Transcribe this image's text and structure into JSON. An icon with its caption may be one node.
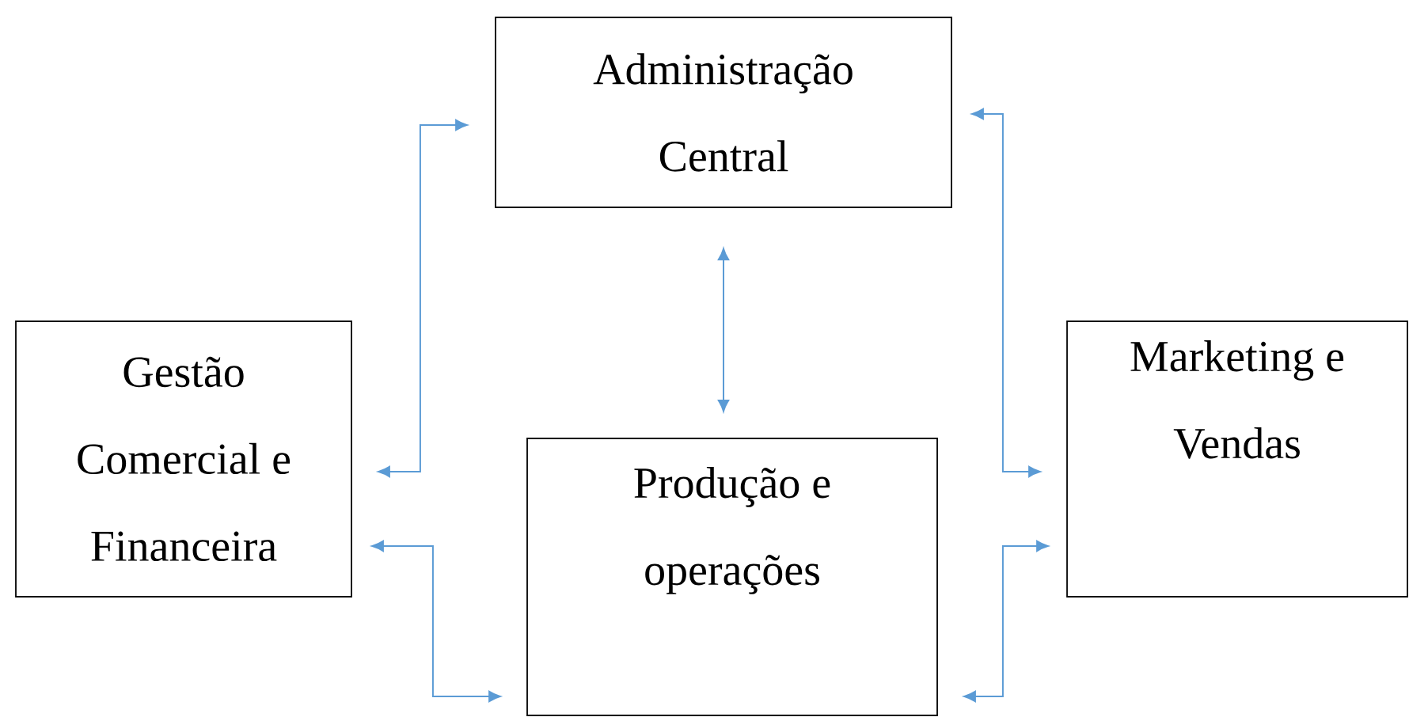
{
  "diagram": {
    "nodes": [
      {
        "text": [
          "Administração Central"
        ]
      },
      {
        "text": [
          "Gestão Comercial e Financeira"
        ]
      },
      {
        "text": [
          "Produção e operações"
        ]
      },
      {
        "text": [
          "Marketing e Vendas"
        ]
      }
    ],
    "edges": [
      {
        "from": 1,
        "to": 0,
        "arrow": "both"
      },
      {
        "from": 0,
        "to": 2,
        "arrow": "both"
      },
      {
        "from": 0,
        "to": 3,
        "arrow": "both"
      },
      {
        "from": 1,
        "to": 2,
        "arrow": "both"
      },
      {
        "from": 2,
        "to": 3,
        "arrow": "both"
      }
    ]
  }
}
